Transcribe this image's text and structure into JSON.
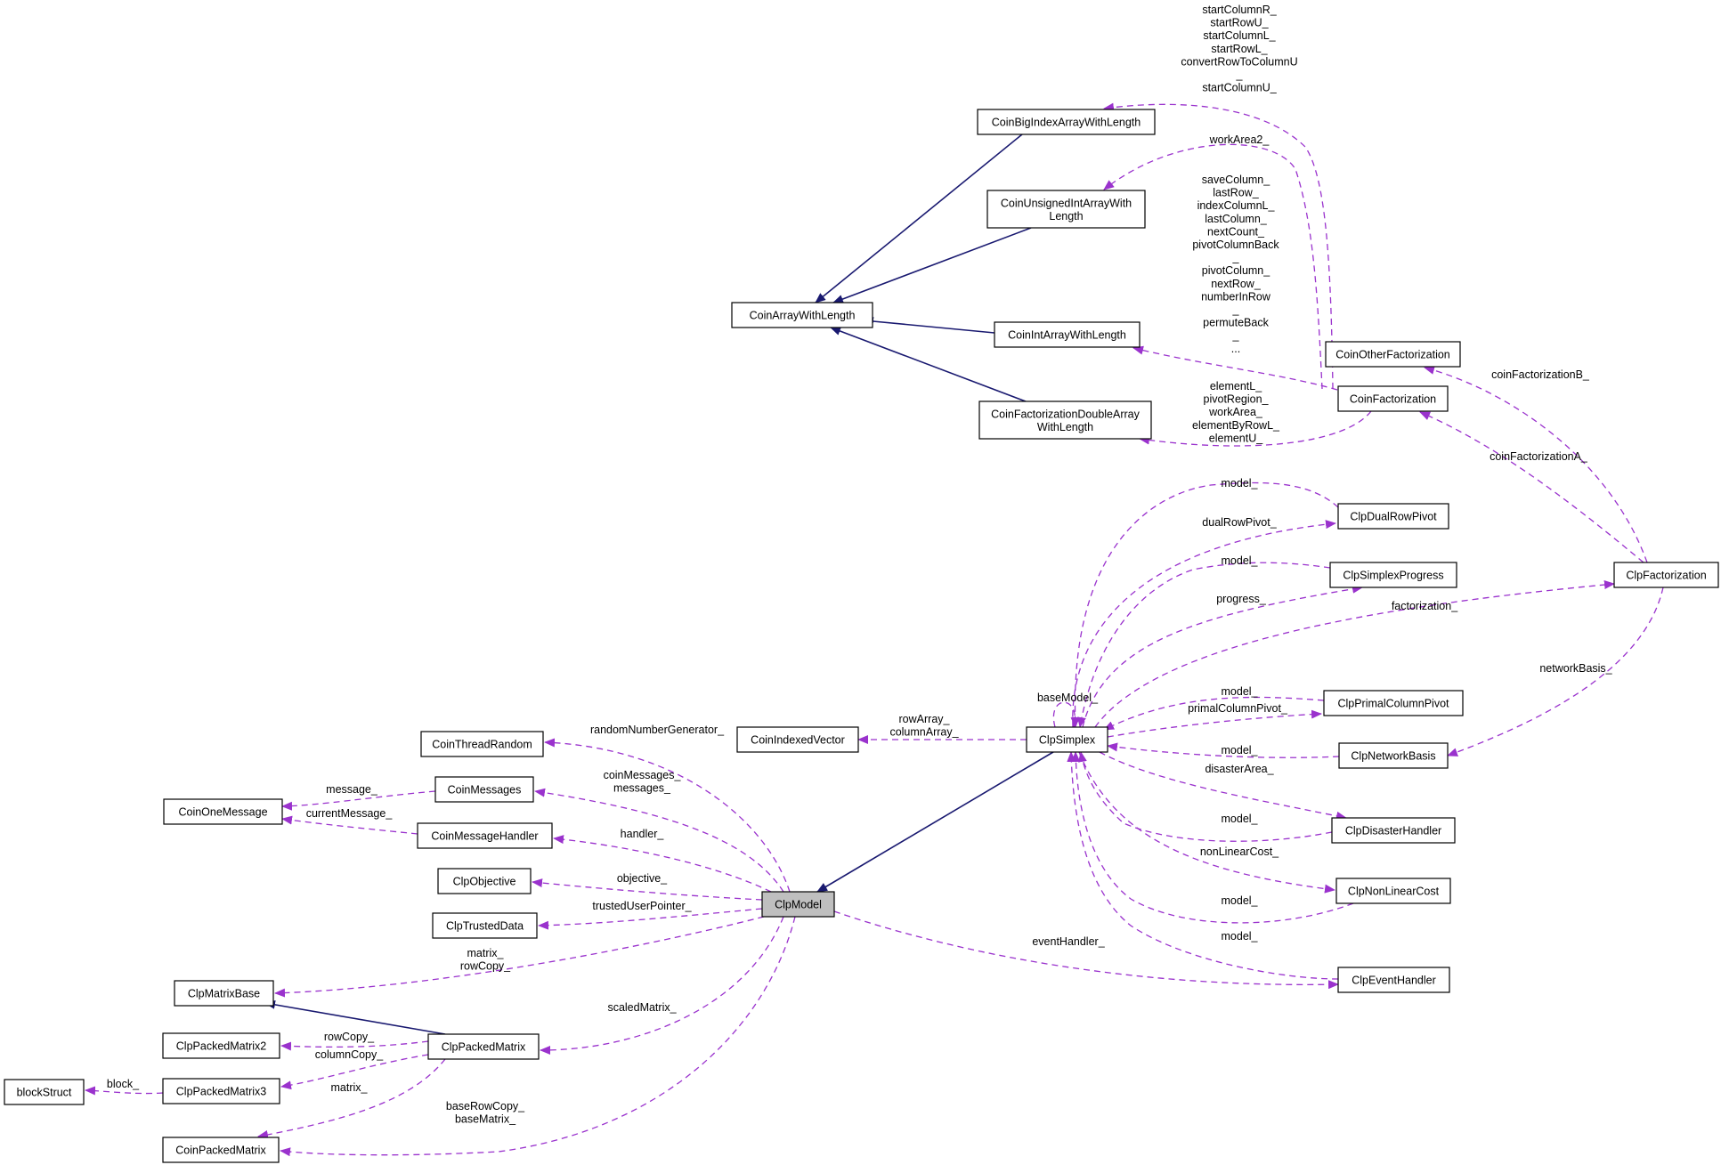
{
  "colors": {
    "inherit": "#191970",
    "usage": "#9a32cd",
    "focus_fill": "#bfbfbf"
  },
  "nodes": {
    "CoinBigIndexArrayWithLength": [
      "CoinBigIndexArrayWithLength"
    ],
    "CoinUnsignedIntArrayWithLength": [
      "CoinUnsignedIntArrayWith",
      "Length"
    ],
    "CoinArrayWithLength": [
      "CoinArrayWithLength"
    ],
    "CoinIntArrayWithLength": [
      "CoinIntArrayWithLength"
    ],
    "CoinFactorizationDoubleArrayWithLength": [
      "CoinFactorizationDoubleArray",
      "WithLength"
    ],
    "CoinOtherFactorization": [
      "CoinOtherFactorization"
    ],
    "CoinFactorization": [
      "CoinFactorization"
    ],
    "ClpDualRowPivot": [
      "ClpDualRowPivot"
    ],
    "ClpSimplexProgress": [
      "ClpSimplexProgress"
    ],
    "ClpFactorization": [
      "ClpFactorization"
    ],
    "ClpPrimalColumnPivot": [
      "ClpPrimalColumnPivot"
    ],
    "ClpSimplex": [
      "ClpSimplex"
    ],
    "ClpNetworkBasis": [
      "ClpNetworkBasis"
    ],
    "CoinIndexedVector": [
      "CoinIndexedVector"
    ],
    "CoinThreadRandom": [
      "CoinThreadRandom"
    ],
    "CoinMessages": [
      "CoinMessages"
    ],
    "CoinOneMessage": [
      "CoinOneMessage"
    ],
    "CoinMessageHandler": [
      "CoinMessageHandler"
    ],
    "ClpDisasterHandler": [
      "ClpDisasterHandler"
    ],
    "ClpObjective": [
      "ClpObjective"
    ],
    "ClpNonLinearCost": [
      "ClpNonLinearCost"
    ],
    "ClpModel": [
      "ClpModel"
    ],
    "ClpTrustedData": [
      "ClpTrustedData"
    ],
    "ClpEventHandler": [
      "ClpEventHandler"
    ],
    "ClpMatrixBase": [
      "ClpMatrixBase"
    ],
    "ClpPackedMatrix2": [
      "ClpPackedMatrix2"
    ],
    "ClpPackedMatrix": [
      "ClpPackedMatrix"
    ],
    "ClpPackedMatrix3": [
      "ClpPackedMatrix3"
    ],
    "blockStruct": [
      "blockStruct"
    ],
    "CoinPackedMatrix": [
      "CoinPackedMatrix"
    ]
  },
  "edge_labels": {
    "bigindex_members": [
      "startColumnR_",
      "startRowU_",
      "startColumnL_",
      "startRowL_",
      "convertRowToColumnU",
      "_",
      "startColumnU_"
    ],
    "unsigned_members": [
      "workArea2_"
    ],
    "int_members": [
      "saveColumn_",
      "lastRow_",
      "indexColumnL_",
      "lastColumn_",
      "nextCount_",
      "pivotColumnBack",
      "_",
      "pivotColumn_",
      "nextRow_",
      "numberInRow",
      "_",
      "permuteBack",
      "_",
      "..."
    ],
    "double_members": [
      "elementL_",
      "pivotRegion_",
      "workArea_",
      "elementByRowL_",
      "elementU_"
    ],
    "coinFactorizationB": [
      "coinFactorizationB_"
    ],
    "coinFactorizationA": [
      "coinFactorizationA_"
    ],
    "dual_model": [
      "model_"
    ],
    "dualRowPivot": [
      "dualRowPivot_"
    ],
    "progress_model": [
      "model_"
    ],
    "progress": [
      "progress_"
    ],
    "factorization": [
      "factorization_"
    ],
    "networkBasis": [
      "networkBasis_"
    ],
    "baseModel": [
      "baseModel_"
    ],
    "primal_model": [
      "model_"
    ],
    "primalColumnPivot": [
      "primalColumnPivot_"
    ],
    "rowArray": [
      "rowArray_",
      "columnArray_"
    ],
    "network_model": [
      "model_"
    ],
    "randomNumberGenerator": [
      "randomNumberGenerator_"
    ],
    "disasterArea": [
      "disasterArea_"
    ],
    "coinMessages": [
      "coinMessages_",
      "messages_"
    ],
    "message": [
      "message_"
    ],
    "currentMessage": [
      "currentMessage_"
    ],
    "disaster_model": [
      "model_"
    ],
    "handler": [
      "handler_"
    ],
    "nonLinearCost": [
      "nonLinearCost_"
    ],
    "objective": [
      "objective_"
    ],
    "trustedUserPointer": [
      "trustedUserPointer_"
    ],
    "nonlinear_model": [
      "model_"
    ],
    "event_model": [
      "model_"
    ],
    "eventHandler": [
      "eventHandler_"
    ],
    "matrix_rowCopy": [
      "matrix_",
      "rowCopy_"
    ],
    "scaledMatrix": [
      "scaledMatrix_"
    ],
    "rowCopy": [
      "rowCopy_"
    ],
    "columnCopy": [
      "columnCopy_"
    ],
    "block": [
      "block_"
    ],
    "matrix": [
      "matrix_"
    ],
    "baseRowCopy": [
      "baseRowCopy_",
      "baseMatrix_"
    ]
  }
}
